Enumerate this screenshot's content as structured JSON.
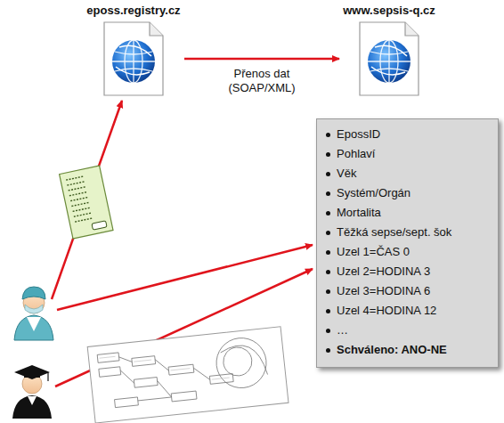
{
  "diagram": {
    "nodes": [
      {
        "text": [
          "eposs.registry.cz"
        ]
      },
      {
        "text": [
          "www.sepsis-q.cz"
        ]
      },
      {
        "text": [
          "EpossID",
          "Pohlaví",
          "Věk",
          "Systém/Orgán",
          "Mortalita",
          "Těžká sepse/sept. šok",
          "Uzel 1=ČAS 0",
          "Uzel 2=HODINA 3",
          "Uzel 3=HODINA 6",
          "Uzel 4=HODINA 12",
          "…",
          "Schváleno: ANO-NE"
        ]
      }
    ],
    "edges": [
      {
        "from": 0,
        "to": 1,
        "arrow": "to",
        "label": "Přenos dat (SOAP/XML)"
      }
    ]
  }
}
